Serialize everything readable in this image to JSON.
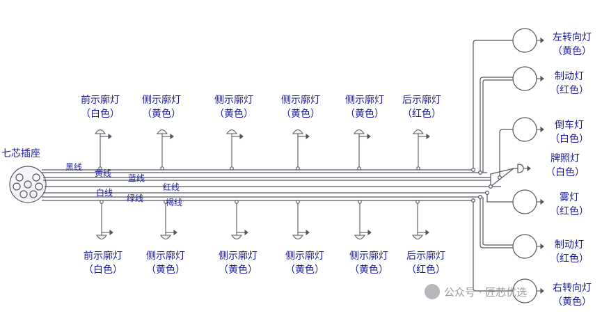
{
  "connector": {
    "title": "七芯插座"
  },
  "wires": {
    "black": "黑线",
    "yellow": "黄线",
    "blue": "蓝线",
    "white": "白线",
    "green": "绿线",
    "red": "红线",
    "brown": "褐线"
  },
  "top_lamps": [
    {
      "name": "前示廓灯",
      "color": "（白色）"
    },
    {
      "name": "侧示廓灯",
      "color": "（黄色）"
    },
    {
      "name": "侧示廓灯",
      "color": "（黄色）"
    },
    {
      "name": "侧示廓灯",
      "color": "（黄色）"
    },
    {
      "name": "侧示廓灯",
      "color": "（黄色）"
    },
    {
      "name": "后示廓灯",
      "color": "（红色）"
    }
  ],
  "bottom_lamps": [
    {
      "name": "前示廓灯",
      "color": "（白色）"
    },
    {
      "name": "侧示廓灯",
      "color": "（黄色）"
    },
    {
      "name": "侧示廓灯",
      "color": "（黄色）"
    },
    {
      "name": "侧示廓灯",
      "color": "（黄色）"
    },
    {
      "name": "侧示廓灯",
      "color": "（黄色）"
    },
    {
      "name": "后示廓灯",
      "color": "（红色）"
    }
  ],
  "right_lamps": [
    {
      "name": "左转向灯",
      "color": "（黄色）"
    },
    {
      "name": "制动灯",
      "color": "（红色）"
    },
    {
      "name": "倒车灯",
      "color": "（白色）"
    },
    {
      "name": "牌照灯",
      "color": "（白色）"
    },
    {
      "name": "雾灯",
      "color": "（红色）"
    },
    {
      "name": "制动灯",
      "color": "（红色）"
    },
    {
      "name": "右转向灯",
      "color": "（黄色）"
    }
  ],
  "watermark": {
    "text": "公众号 · 匠芯优选"
  },
  "colors": {
    "line": "#555560",
    "label": "#1a1a9a"
  }
}
